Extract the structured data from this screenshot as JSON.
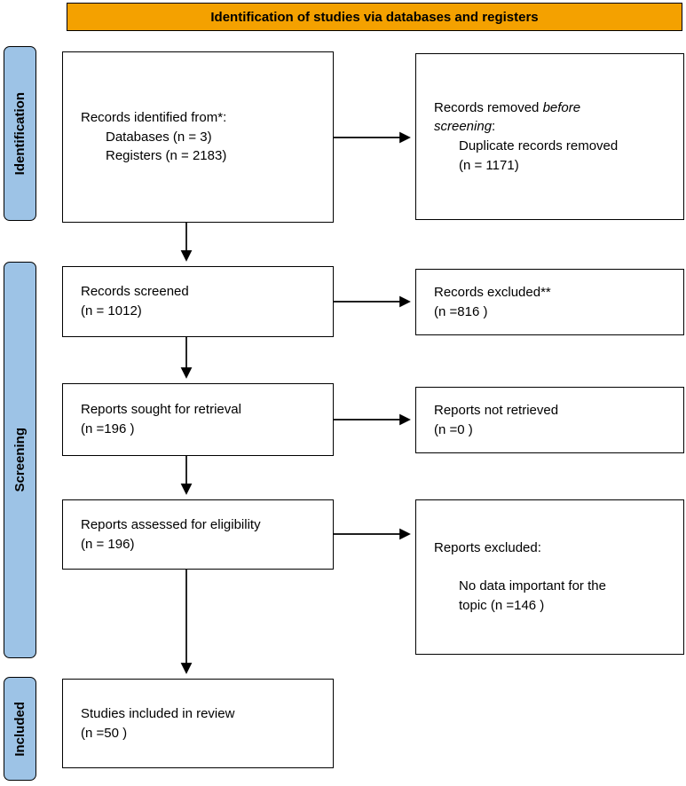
{
  "header": {
    "title": "Identification of studies via databases and registers"
  },
  "colors": {
    "header_bg": "#F4A100",
    "stage_bg": "#9DC3E6"
  },
  "stages": {
    "identification": "Identification",
    "screening": "Screening",
    "included": "Included"
  },
  "boxes": {
    "identified": {
      "title": "Records identified from*:",
      "item_databases": "Databases (n = 3)",
      "item_registers": "Registers (n = 2183)"
    },
    "removed": {
      "title_regular": "Records removed ",
      "title_italic_line1": "before",
      "title_italic_line2": "screening",
      "title_suffix": ":",
      "item_line1": "Duplicate records removed",
      "item_line2": "(n = 1171)"
    },
    "screened": {
      "label": "Records screened",
      "count": "(n = 1012)"
    },
    "records_excluded": {
      "label": "Records excluded**",
      "count": "(n =816 )"
    },
    "sought": {
      "label": "Reports sought for retrieval",
      "count": "(n =196 )"
    },
    "not_retrieved": {
      "label": "Reports not retrieved",
      "count": "(n =0 )"
    },
    "assessed": {
      "label": "Reports assessed for eligibility",
      "count": "(n = 196)"
    },
    "reports_excluded": {
      "title": "Reports excluded:",
      "item_line1": "No data important for the",
      "item_line2": "topic (n =146 )"
    },
    "included_studies": {
      "label": "Studies included in review",
      "count": "(n =50 )"
    }
  }
}
